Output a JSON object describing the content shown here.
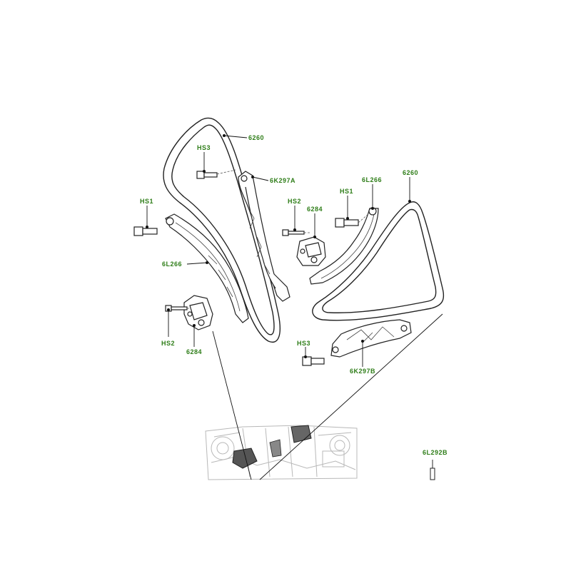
{
  "colors": {
    "label": "#2e7d18",
    "line": "#222222",
    "ghost": "#b8b8b8"
  },
  "labels": {
    "chain_left": "6260",
    "hs3_top": "HS3",
    "guide_a": "6K297A",
    "hs1_left": "HS1",
    "hs2_mid": "HS2",
    "tensioner_mid": "6284",
    "guide_left": "6L266",
    "hs2_low": "HS2",
    "tensioner_low": "6284",
    "hs1_right": "HS1",
    "guide_right": "6L266",
    "chain_right": "6260",
    "hs3_low": "HS3",
    "guide_b": "6K297B",
    "kit": "6L292B"
  }
}
